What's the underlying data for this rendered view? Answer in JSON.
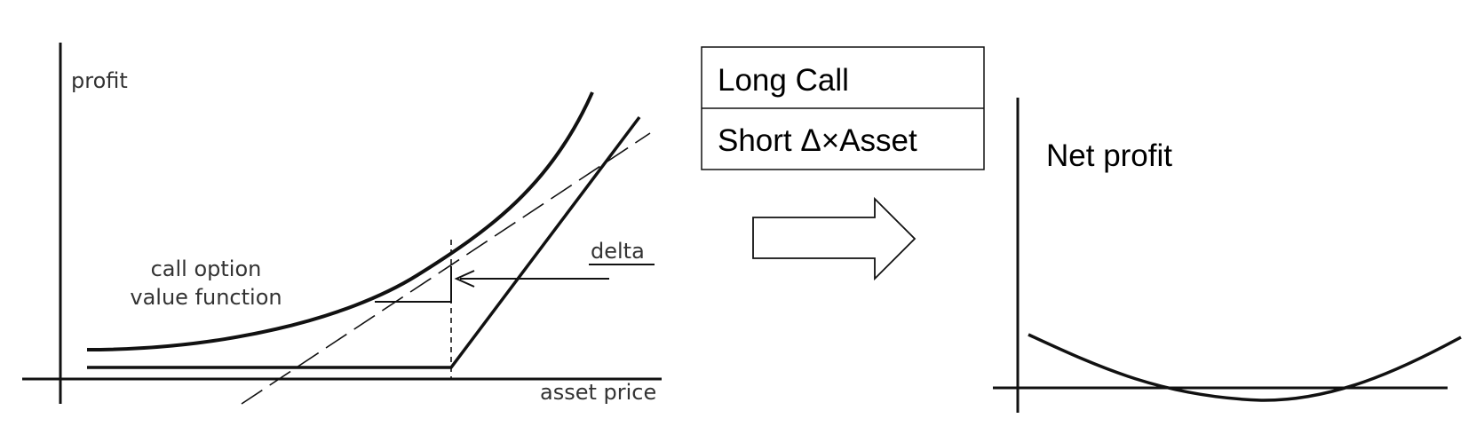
{
  "left_diagram": {
    "y_axis_label": "profit",
    "x_axis_label": "asset price",
    "curve_label_line1": "call option",
    "curve_label_line2": "value function",
    "delta_label": "delta"
  },
  "legend_box": {
    "row1": "Long Call",
    "row2": "Short Δ×Asset"
  },
  "right_diagram": {
    "y_axis_label": "Net profit"
  },
  "colors": {
    "ink": "#111111",
    "background": "#ffffff"
  }
}
